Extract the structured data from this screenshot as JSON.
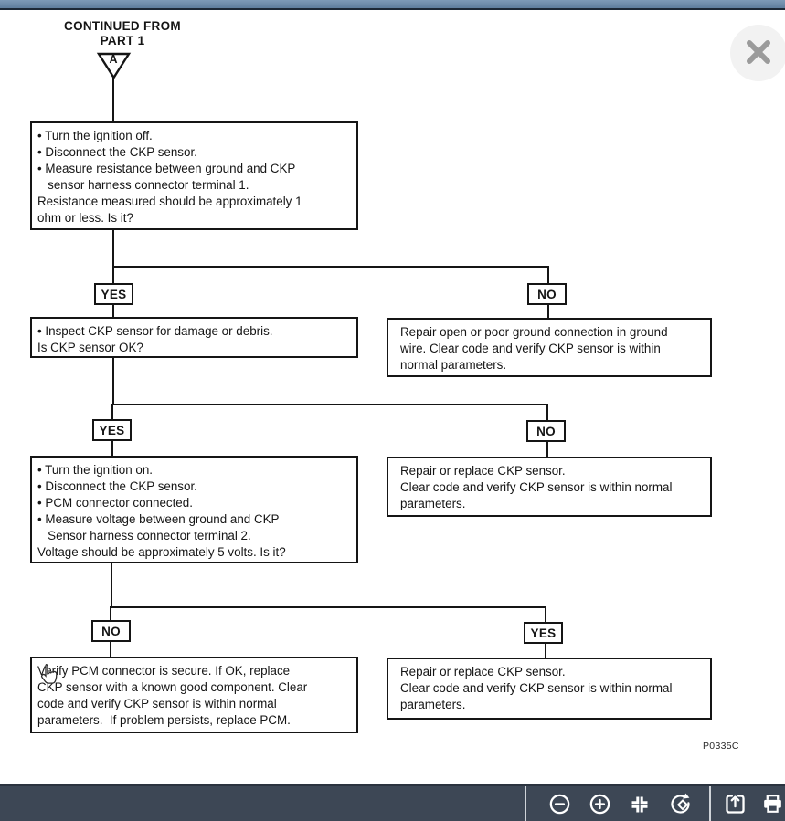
{
  "viewer": {
    "close_icon": "x",
    "toolbar_icons": [
      "zoom-out",
      "zoom-in",
      "fit-to-screen",
      "rotate",
      "export",
      "print"
    ]
  },
  "colors": {
    "top_bar": "#6e8dac",
    "toolbar_bg": "#3d4755",
    "toolbar_icon": "#ffffff",
    "ink": "#151515",
    "page_bg": "#ffffff"
  },
  "flowchart": {
    "continued_from": {
      "line1": "CONTINUED FROM",
      "line2": "PART 1",
      "connector_letter": "A"
    },
    "page_code": "P0335C",
    "decisions": {
      "d1_yes": "YES",
      "d1_no": "NO",
      "d2_yes": "YES",
      "d2_no": "NO",
      "d3_no": "NO",
      "d3_yes": "YES"
    },
    "boxes": {
      "check_resistance": {
        "lines": [
          "• Turn the ignition off.",
          "• Disconnect the CKP sensor.",
          "• Measure resistance between ground and CKP",
          "   sensor harness connector terminal 1.",
          "Resistance measured should be approximately 1",
          "ohm or less. Is it?"
        ]
      },
      "inspect_sensor": {
        "lines": [
          "• Inspect CKP sensor for damage or debris.",
          "Is CKP sensor OK?"
        ]
      },
      "repair_ground": {
        "lines": [
          "Repair open or poor ground connection in ground",
          "wire. Clear code and verify CKP sensor is within",
          "normal parameters."
        ]
      },
      "check_voltage": {
        "lines": [
          "• Turn the ignition on.",
          "• Disconnect the CKP sensor.",
          "• PCM connector connected.",
          "• Measure voltage between ground and CKP",
          "   Sensor harness connector terminal 2.",
          "Voltage should be approximately 5 volts. Is it?"
        ]
      },
      "replace_sensor_mid": {
        "lines": [
          "Repair or replace CKP sensor.",
          "Clear code and verify CKP sensor is within normal",
          "parameters."
        ]
      },
      "verify_pcm": {
        "lines": [
          "Verify PCM connector is secure. If OK, replace",
          "CKP sensor with a known good component. Clear",
          "code and verify CKP sensor is within normal",
          "parameters.  If problem persists, replace PCM."
        ]
      },
      "replace_sensor_bottom": {
        "lines": [
          "Repair or replace CKP sensor.",
          "Clear code and verify CKP sensor is within normal",
          "parameters."
        ]
      }
    }
  }
}
